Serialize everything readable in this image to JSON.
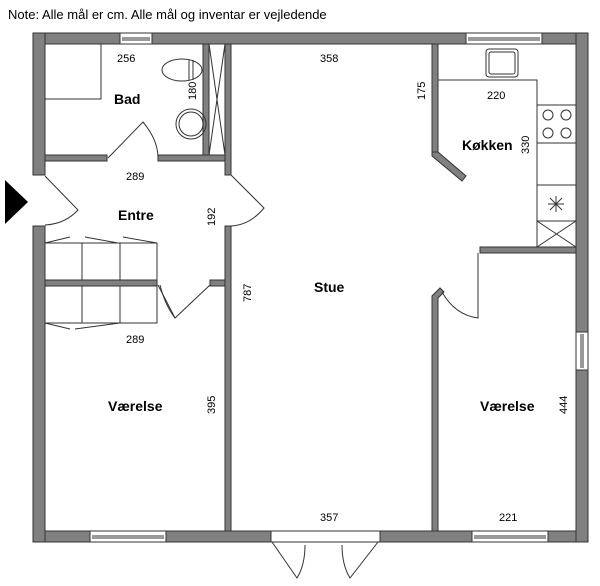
{
  "note": "Note: Alle mål er cm. Alle mål og inventar er vejledende",
  "rooms": {
    "bad": "Bad",
    "entre": "Entre",
    "kokken": "Køkken",
    "stue": "Stue",
    "vaerelse_left": "Værelse",
    "vaerelse_right": "Værelse"
  },
  "dimensions": {
    "bad_w": "256",
    "bad_h": "180",
    "entre_w": "289",
    "entre_h": "192",
    "stue_top": "358",
    "stue_h": "787",
    "stue_bottom": "357",
    "kitchen_w": "220",
    "kitchen_h": "330",
    "kitchen_wall": "175",
    "vaer_left_w": "289",
    "vaer_left_h": "395",
    "vaer_right_w": "221",
    "vaer_right_h": "444"
  }
}
